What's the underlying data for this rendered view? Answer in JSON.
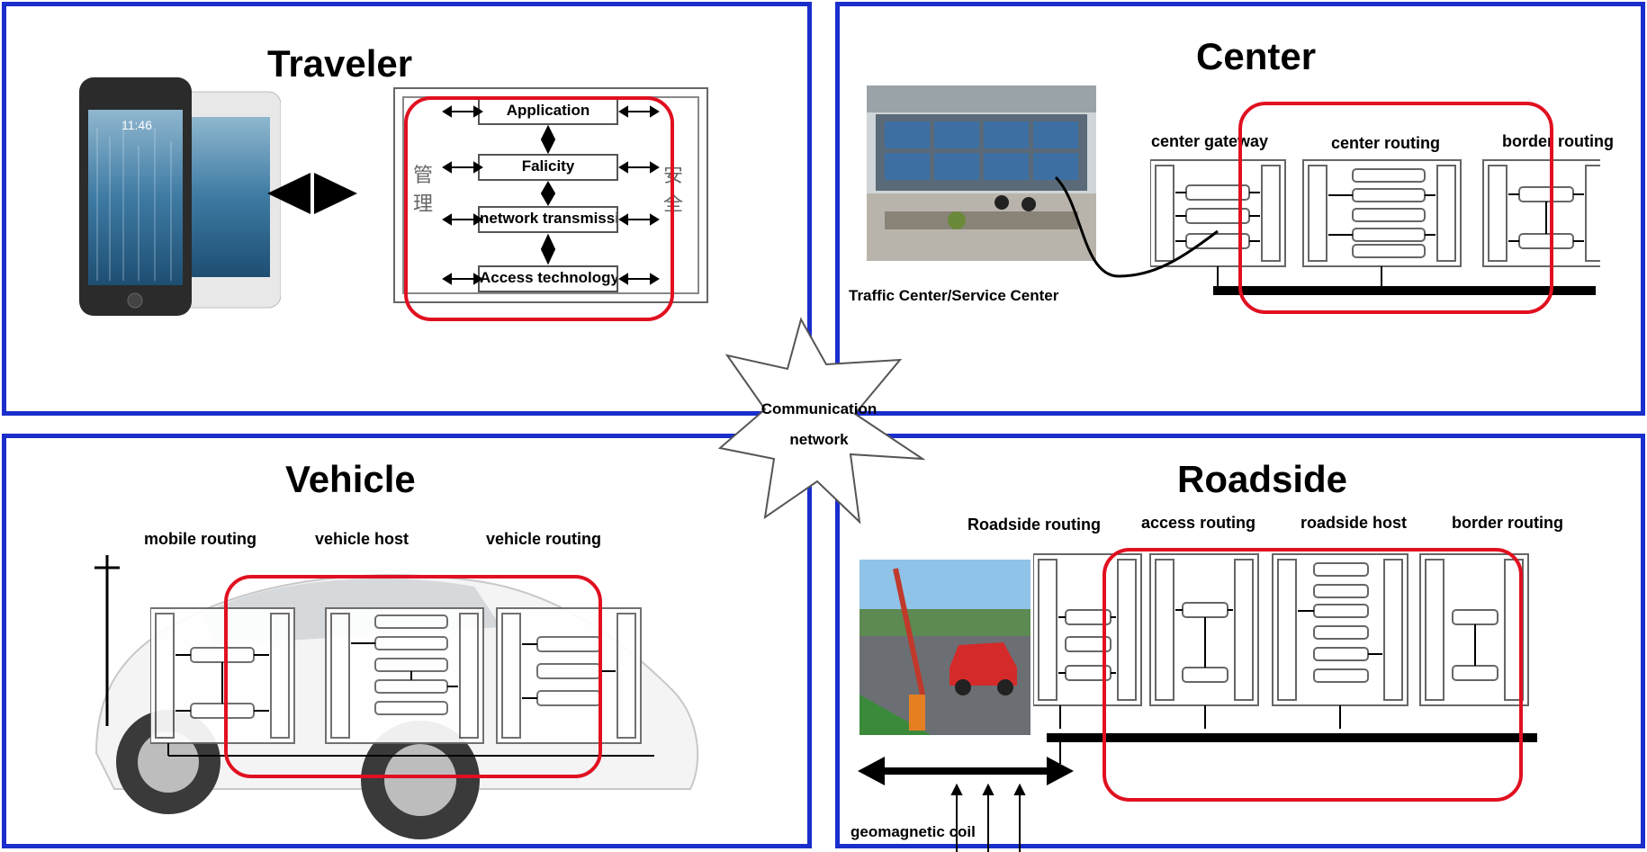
{
  "panels": {
    "traveler": {
      "title": "Traveler",
      "phone_time": "11:46",
      "side_left": "管\n理",
      "side_right": "安\n全",
      "layers": [
        "Application",
        "Falicity",
        "network transmission",
        "Access technology"
      ]
    },
    "center": {
      "title": "Center",
      "caption": "Traffic Center/Service Center",
      "nodes": [
        "center gateway",
        "center routing",
        "border routing"
      ]
    },
    "vehicle": {
      "title": "Vehicle",
      "nodes": [
        "mobile routing",
        "vehicle host",
        "vehicle routing"
      ]
    },
    "roadside": {
      "title": "Roadside",
      "nodes": [
        "Roadside routing",
        "access routing",
        "roadside host",
        "border routing"
      ],
      "coil_label": "geomagnetic coil"
    }
  },
  "network": {
    "line1": "Communication",
    "line2": "network"
  },
  "colors": {
    "panel_border": "#1a2ecc",
    "highlight": "#e01020"
  }
}
